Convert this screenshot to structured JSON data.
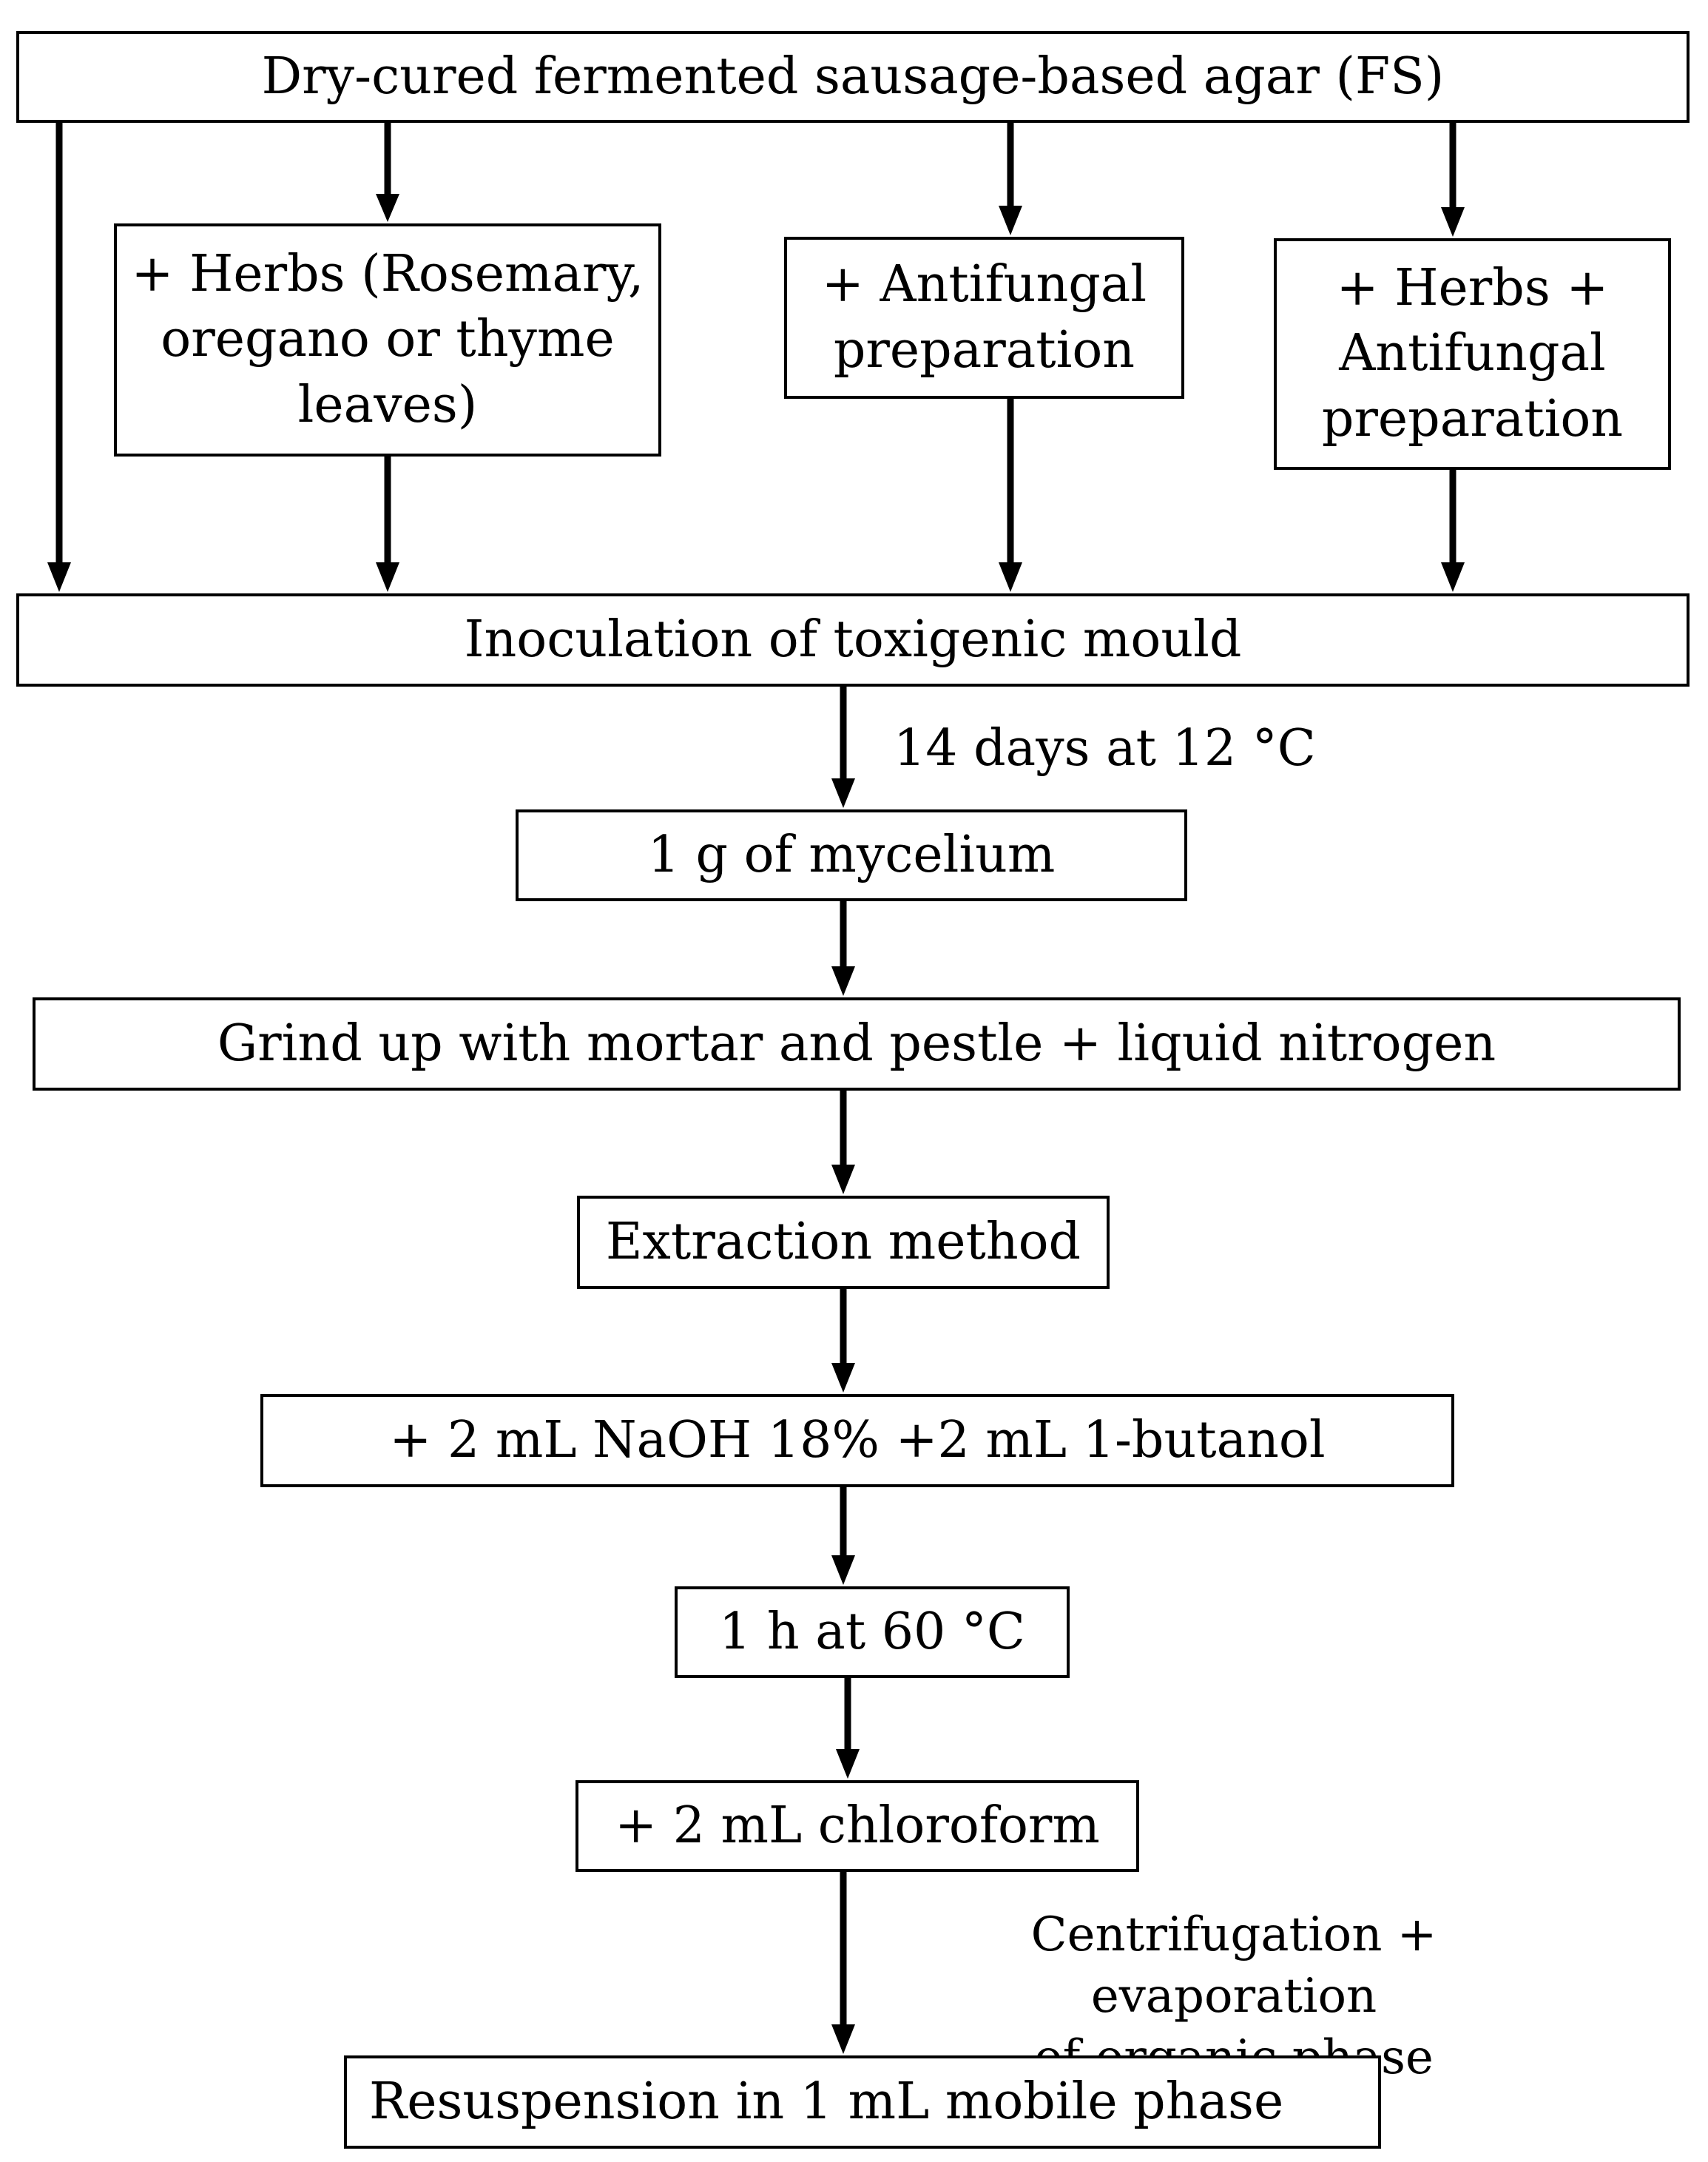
{
  "diagram": {
    "boxes": {
      "source": "Dry-cured fermented sausage-based agar (FS)",
      "herbs": "+ Herbs (Rosemary,\noregano or thyme\nleaves)",
      "antifungal": "+ Antifungal\npreparation",
      "herbs_antifungal": "+ Herbs +\nAntifungal\npreparation",
      "inoculation": "Inoculation of toxigenic mould",
      "mycelium": "1 g of mycelium",
      "grind": "Grind up with mortar and pestle + liquid nitrogen",
      "extraction": "Extraction method",
      "naoh": "+ 2 mL NaOH 18% +2 mL 1-butanol",
      "heat": "1 h at 60 °C",
      "chloroform": "+ 2 mL chloroform",
      "resuspension": "Resuspension in 1 mL mobile phase"
    },
    "labels": {
      "incubation": "14 days at 12 °C",
      "centrifugation": "Centrifugation  + evaporation\nof organic phase"
    }
  }
}
